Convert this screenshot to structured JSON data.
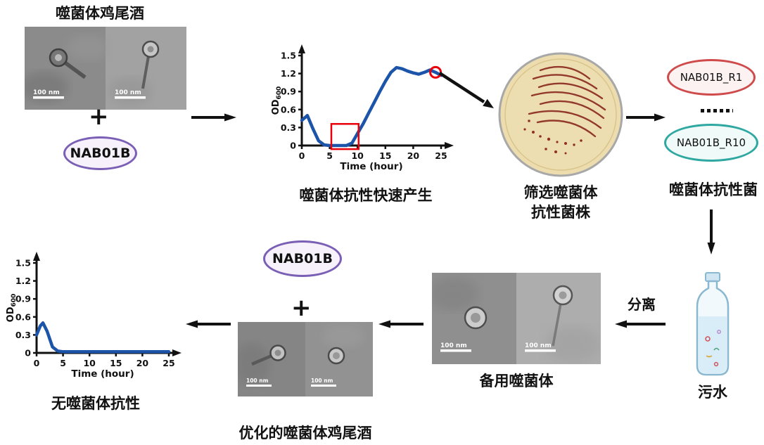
{
  "top_row": {
    "cocktail_title": "噬菌体鸡尾酒",
    "plus": "+",
    "host_label": "NAB01B",
    "chart_caption": "噬菌体抗性快速产生",
    "screen_caption_line1": "筛选噬菌体",
    "screen_caption_line2": "抗性菌株",
    "r1_label": "NAB01B_R1",
    "r10_label": "NAB01B_R10",
    "resistant_caption": "噬菌体抗性菌"
  },
  "bottom_row": {
    "sewage_label": "污水",
    "isolate_label": "分离",
    "backup_caption": "备用噬菌体",
    "host_label": "NAB01B",
    "plus": "+",
    "optimized_caption": "优化的噬菌体鸡尾酒",
    "no_resistance_caption": "无噬菌体抗性"
  },
  "scale_bar": {
    "label": "100 nm"
  },
  "colors": {
    "line_blue": "#1b54a8",
    "annotation_red": "#e8000b",
    "host_purple": "#7a5fb5",
    "r1_red": "#cf4b4b",
    "r10_teal": "#2fa8a2",
    "arrow_black": "#111111",
    "dish_fill": "#ecdcae",
    "streak_red": "#8e3125"
  },
  "chart_data": [
    {
      "type": "line",
      "title": "",
      "xlabel": "Time (hour)",
      "ylabel": "OD",
      "ylabel_sub": "600",
      "xlim": [
        0,
        25
      ],
      "ylim": [
        0,
        1.5
      ],
      "xticks": [
        0,
        5,
        10,
        15,
        20,
        25
      ],
      "yticks": [
        0,
        0.3,
        0.6,
        0.9,
        1.2,
        1.5
      ],
      "line_color": "#1b54a8",
      "points": [
        [
          0,
          0.42
        ],
        [
          1,
          0.5
        ],
        [
          2,
          0.28
        ],
        [
          3,
          0.08
        ],
        [
          4,
          0.01
        ],
        [
          5,
          0
        ],
        [
          6,
          0
        ],
        [
          7,
          0
        ],
        [
          8,
          0
        ],
        [
          9,
          0.04
        ],
        [
          10,
          0.2
        ],
        [
          11,
          0.36
        ],
        [
          12,
          0.54
        ],
        [
          13,
          0.72
        ],
        [
          14,
          0.9
        ],
        [
          15,
          1.07
        ],
        [
          16,
          1.22
        ],
        [
          17,
          1.3
        ],
        [
          18,
          1.28
        ],
        [
          19,
          1.24
        ],
        [
          20,
          1.21
        ],
        [
          21,
          1.19
        ],
        [
          22,
          1.22
        ],
        [
          23,
          1.26
        ],
        [
          24,
          1.22
        ],
        [
          25,
          1.17
        ]
      ],
      "annotations": {
        "red_box": {
          "x": [
            5.3,
            10.2
          ],
          "y": [
            -0.06,
            0.36
          ]
        },
        "red_circle": {
          "x": 24,
          "y": 1.22
        }
      }
    },
    {
      "type": "line",
      "title": "",
      "xlabel": "Time (hour)",
      "ylabel": "OD",
      "ylabel_sub": "600",
      "xlim": [
        0,
        25
      ],
      "ylim": [
        0,
        1.5
      ],
      "xticks": [
        0,
        5,
        10,
        15,
        20,
        25
      ],
      "yticks": [
        0,
        0.3,
        0.6,
        0.9,
        1.2,
        1.5
      ],
      "line_color": "#1b54a8",
      "points": [
        [
          0,
          0.3
        ],
        [
          0.7,
          0.45
        ],
        [
          1.2,
          0.5
        ],
        [
          2,
          0.36
        ],
        [
          3,
          0.1
        ],
        [
          4,
          0.03
        ],
        [
          5,
          0.02
        ],
        [
          8,
          0.02
        ],
        [
          12,
          0.02
        ],
        [
          16,
          0.02
        ],
        [
          20,
          0.02
        ],
        [
          25,
          0.02
        ]
      ],
      "annotations": {}
    }
  ]
}
